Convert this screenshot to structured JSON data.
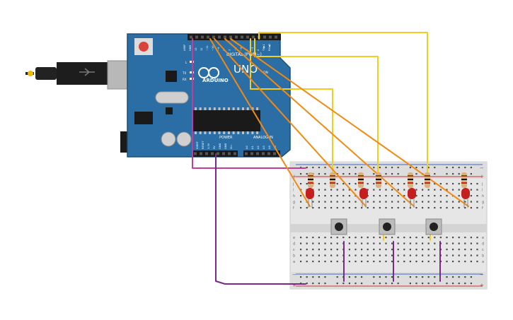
{
  "arduino": {
    "brand": "ARDUINO",
    "model": "UNO",
    "digital_label": "DIGITAL (PWM~)",
    "power_label": "POWER",
    "analog_label": "ANALOG IN",
    "pin_labels_digital": [
      "AREF",
      "GND",
      "13",
      "12",
      "~11",
      "~10",
      "~9",
      "8",
      "7",
      "~6",
      "~5",
      "4",
      "~3",
      "2",
      "TX▶1",
      "RX◀0"
    ],
    "pin_labels_power": [
      "IOREF",
      "RESET",
      "3.3V",
      "5V",
      "GND",
      "GND",
      "Vin"
    ],
    "pin_labels_analog": [
      "A0",
      "A1",
      "A2",
      "A3",
      "A4",
      "A5"
    ],
    "led_labels": [
      "L",
      "TX",
      "RX"
    ],
    "on_label": "ON"
  },
  "breadboard": {
    "rail_minus": "−",
    "rail_plus": "+",
    "row_letters_top": [
      "a",
      "b",
      "c",
      "d",
      "e"
    ],
    "row_letters_bottom": [
      "f",
      "g",
      "h",
      "i",
      "j"
    ]
  },
  "colors": {
    "board": "#2b6ea6",
    "wire_yellow": "#f2cf1f",
    "wire_orange": "#f08a12",
    "wire_magenta": "#c43b9a",
    "wire_purple": "#7a2a8a",
    "led_red": "#c41e1e",
    "breadboard": "#e6e6e6"
  }
}
